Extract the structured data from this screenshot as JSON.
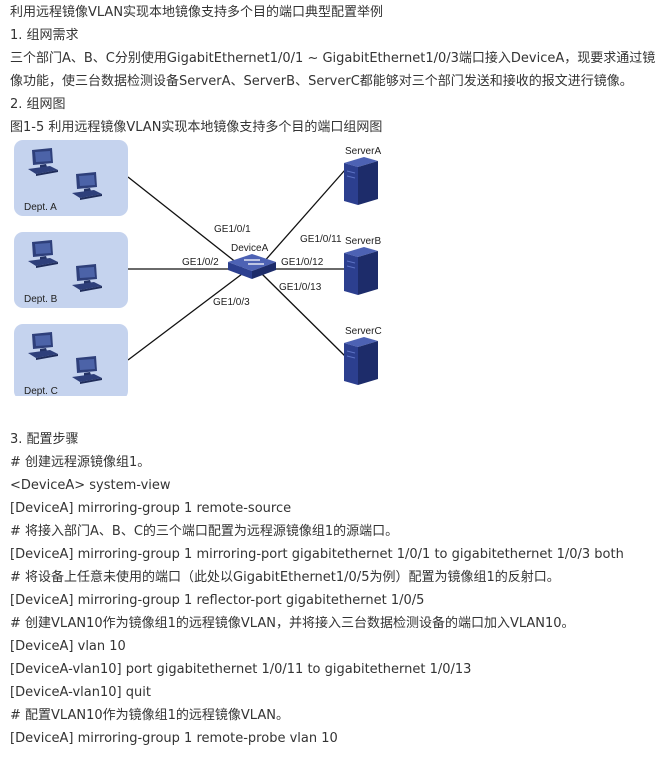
{
  "title": "利用远程镜像VLAN实现本地镜像支持多个目的端口典型配置举例",
  "section1": {
    "heading": "1. 组网需求",
    "para_line1": "三个部门A、B、C分别使用GigabitEthernet1/0/1 ~ GigabitEthernet1/0/3端口接入DeviceA，现要求通过镜",
    "para_line2": "像功能，使三台数据检测设备ServerA、ServerB、ServerC都能够对三个部门发送和接收的报文进行镜像。"
  },
  "section2": {
    "heading": "2. 组网图",
    "figure_caption": "图1-5 利用远程镜像VLAN实现本地镜像支持多个目的端口组网图"
  },
  "diagram": {
    "departments": [
      "Dept. A",
      "Dept. B",
      "Dept. C"
    ],
    "device": "DeviceA",
    "servers": [
      "ServerA",
      "ServerB",
      "ServerC"
    ],
    "ports_left": [
      "GE1/0/1",
      "GE1/0/2",
      "GE1/0/3"
    ],
    "ports_right": [
      "GE1/0/11",
      "GE1/0/12",
      "GE1/0/13"
    ],
    "colors": {
      "dept_bg": "#c5d3ee",
      "pc": "#2e3f7a",
      "server": "#2c3f8f",
      "link": "#111111"
    }
  },
  "section3": {
    "heading": "3. 配置步骤",
    "lines": [
      "# 创建远程源镜像组1。",
      "<DeviceA> system-view",
      "[DeviceA] mirroring-group 1 remote-source",
      "# 将接入部门A、B、C的三个端口配置为远程源镜像组1的源端口。",
      "[DeviceA] mirroring-group 1 mirroring-port gigabitethernet 1/0/1 to gigabitethernet 1/0/3 both",
      "# 将设备上任意未使用的端口（此处以GigabitEthernet1/0/5为例）配置为镜像组1的反射口。",
      "[DeviceA] mirroring-group 1 reflector-port gigabitethernet 1/0/5",
      "# 创建VLAN10作为镜像组1的远程镜像VLAN，并将接入三台数据检测设备的端口加入VLAN10。",
      "[DeviceA] vlan 10",
      "[DeviceA-vlan10] port gigabitethernet 1/0/11 to gigabitethernet 1/0/13",
      "[DeviceA-vlan10] quit",
      "# 配置VLAN10作为镜像组1的远程镜像VLAN。",
      "[DeviceA] mirroring-group 1 remote-probe vlan 10"
    ]
  }
}
